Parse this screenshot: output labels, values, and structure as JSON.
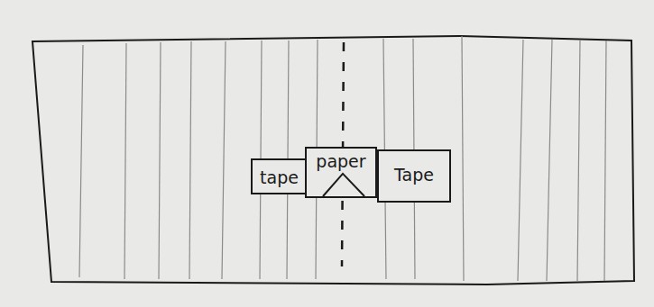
{
  "diagram": {
    "nodes": [
      {
        "text": [
          "tape"
        ]
      },
      {
        "text": [
          "paper"
        ]
      },
      {
        "text": [
          "Tape"
        ]
      }
    ]
  }
}
